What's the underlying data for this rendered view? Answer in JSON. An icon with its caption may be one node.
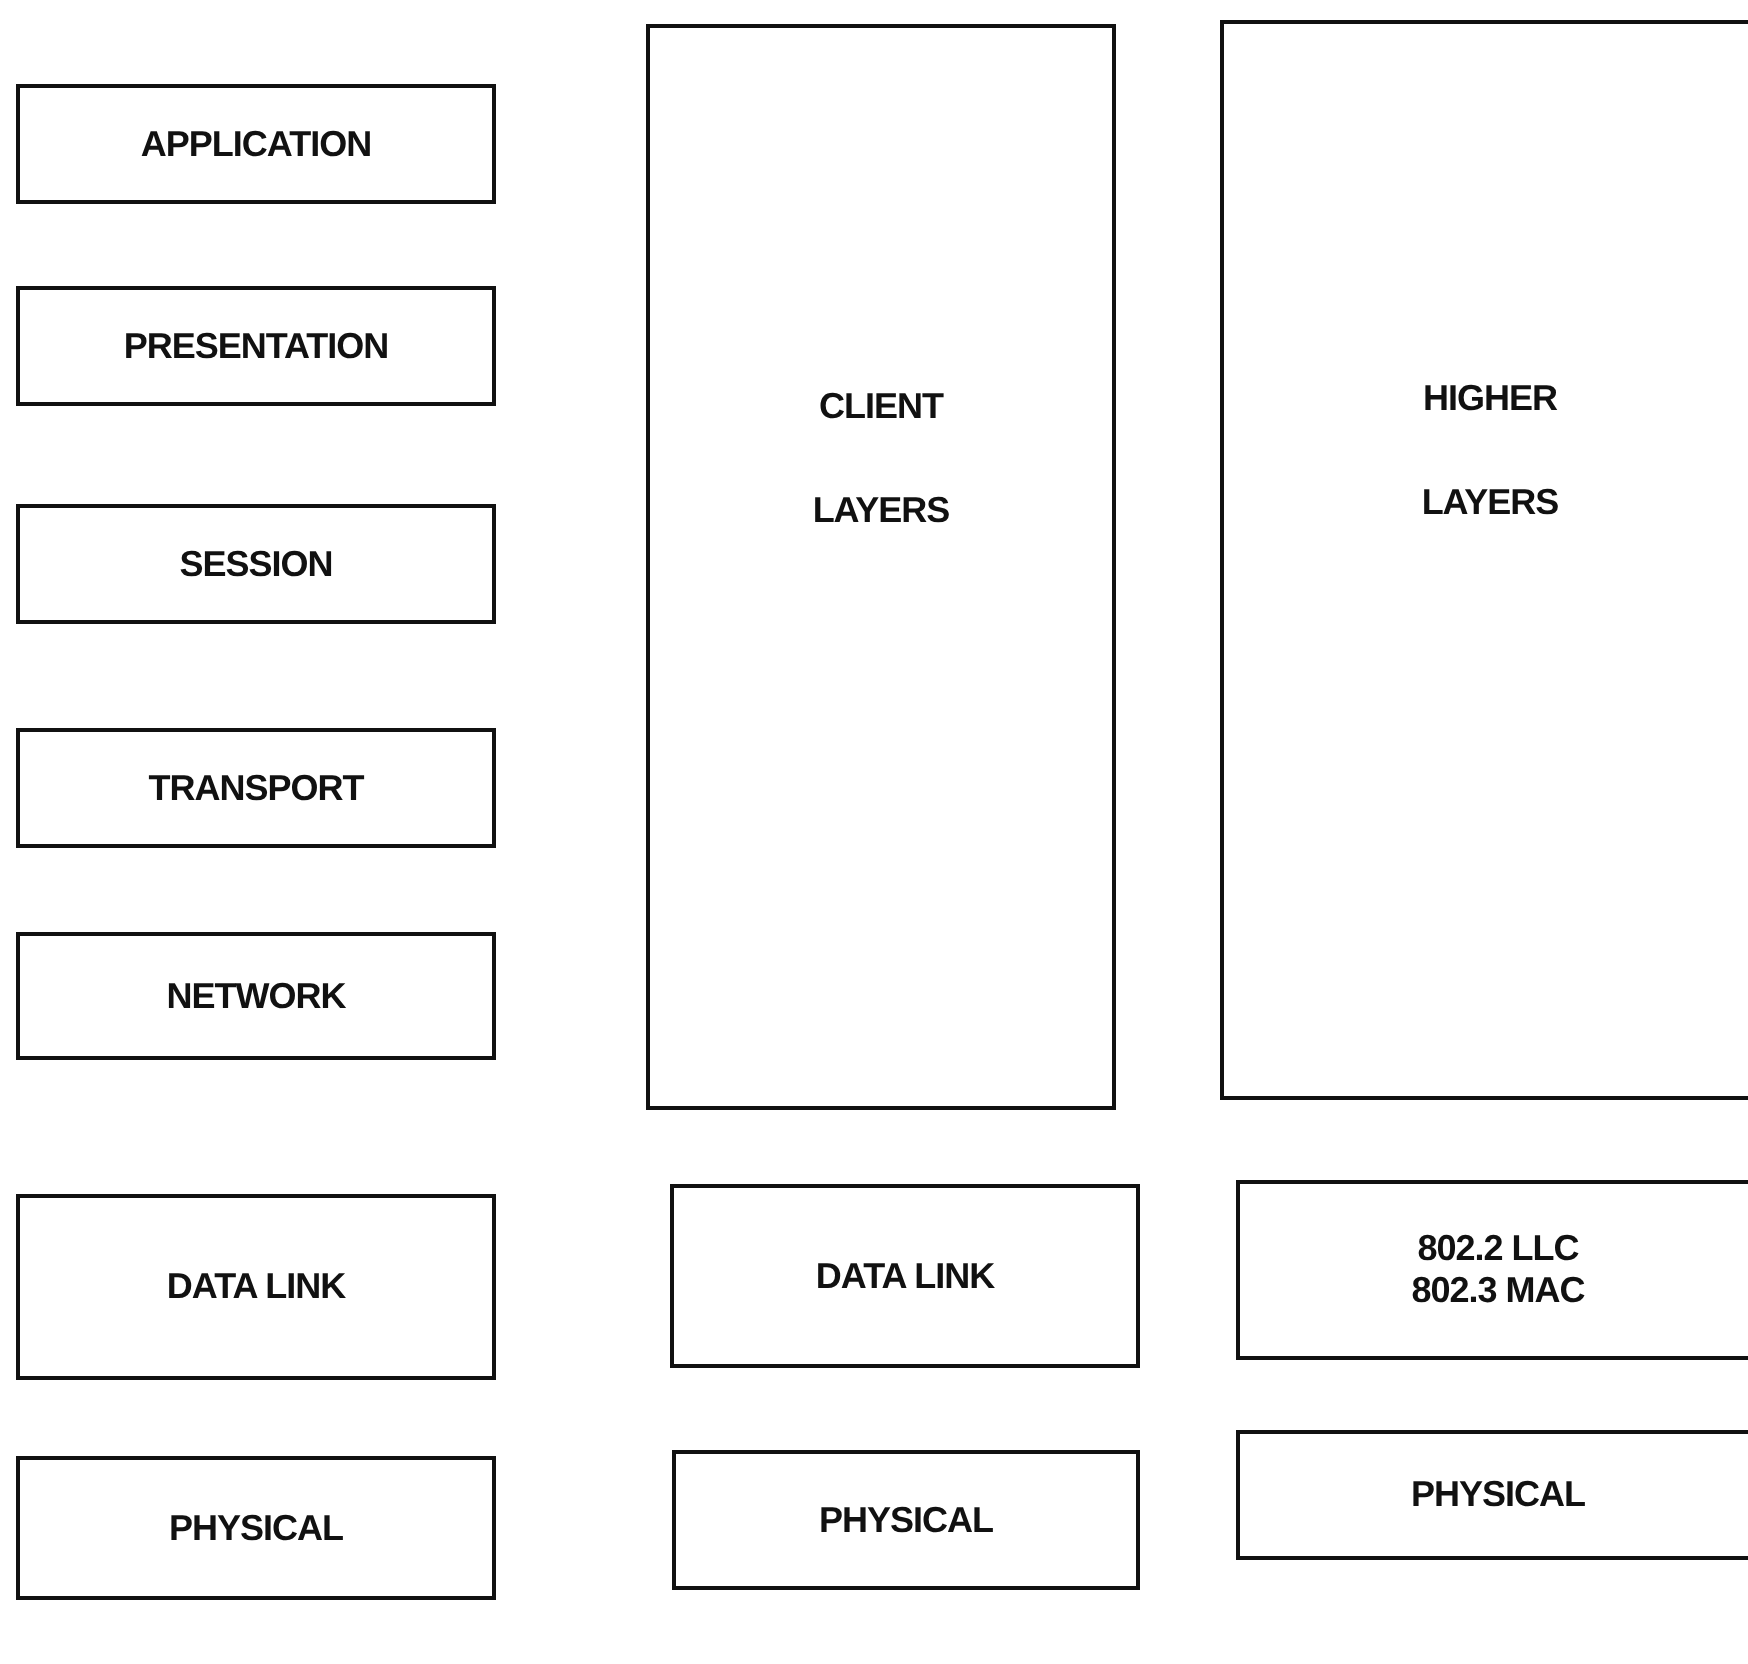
{
  "diagram": {
    "nodes": [
      {
        "text": [
          "APPLICATION"
        ]
      },
      {
        "text": [
          "PRESENTATION"
        ]
      },
      {
        "text": [
          "SESSION"
        ]
      },
      {
        "text": [
          "TRANSPORT"
        ]
      },
      {
        "text": [
          "NETWORK"
        ]
      },
      {
        "text": [
          "DATA LINK"
        ]
      },
      {
        "text": [
          "PHYSICAL"
        ]
      },
      {
        "text": [
          "CLIENT LAYERS"
        ]
      },
      {
        "text": [
          "DATA LINK"
        ]
      },
      {
        "text": [
          "PHYSICAL"
        ]
      },
      {
        "text": [
          "HIGHER LAYERS"
        ]
      },
      {
        "text": [
          "802.2 LLC",
          "802.3 MAC"
        ]
      },
      {
        "text": [
          "PHYSICAL"
        ]
      }
    ],
    "edges": []
  }
}
